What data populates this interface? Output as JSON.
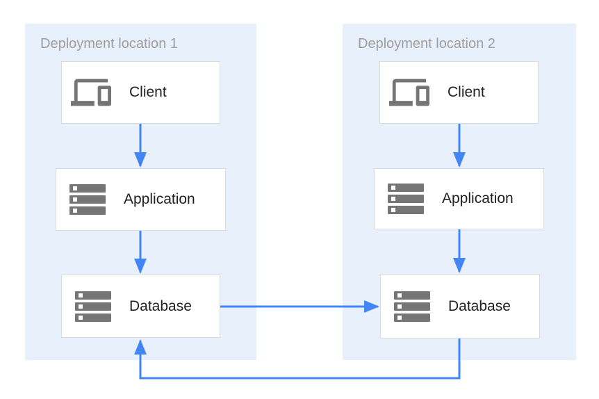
{
  "diagram": {
    "type": "architecture-diagram",
    "panels": [
      {
        "id": "location1",
        "title": "Deployment location 1",
        "nodes": [
          {
            "id": "client-1",
            "label": "Client",
            "icon": "devices-icon"
          },
          {
            "id": "application-1",
            "label": "Application",
            "icon": "server-stack-icon"
          },
          {
            "id": "database-1",
            "label": "Database",
            "icon": "server-stack-icon"
          }
        ]
      },
      {
        "id": "location2",
        "title": "Deployment location 2",
        "nodes": [
          {
            "id": "client-2",
            "label": "Client",
            "icon": "devices-icon"
          },
          {
            "id": "application-2",
            "label": "Application",
            "icon": "server-stack-icon"
          },
          {
            "id": "database-2",
            "label": "Database",
            "icon": "server-stack-icon"
          }
        ]
      }
    ],
    "connections": [
      {
        "from": "client-1",
        "to": "application-1",
        "style": "arrow-down"
      },
      {
        "from": "application-1",
        "to": "database-1",
        "style": "arrow-down"
      },
      {
        "from": "client-2",
        "to": "application-2",
        "style": "arrow-down"
      },
      {
        "from": "application-2",
        "to": "database-2",
        "style": "arrow-down"
      },
      {
        "from": "database-1",
        "to": "database-2",
        "style": "arrow-right"
      },
      {
        "from": "database-2",
        "to": "database-1",
        "style": "loop-under-panels-arrow-up"
      }
    ],
    "colors": {
      "panel_background": "#e8f0fc",
      "box_background": "#ffffff",
      "box_border": "#d9dadc",
      "arrow_blue": "#4285f4",
      "icon_gray": "#757575",
      "title_gray": "#9e9e9e",
      "label_text": "#212121"
    }
  }
}
